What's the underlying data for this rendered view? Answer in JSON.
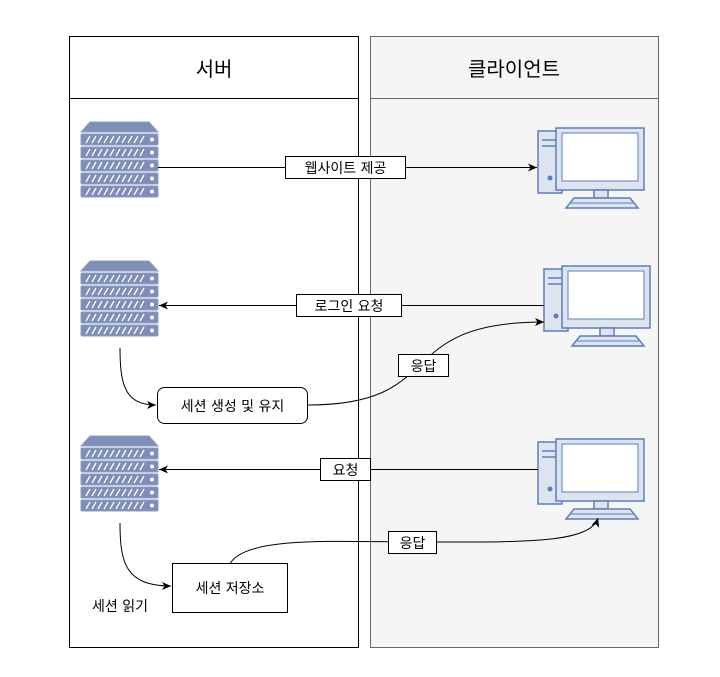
{
  "lanes": {
    "server": {
      "title": "서버"
    },
    "client": {
      "title": "클라이언트"
    }
  },
  "labels": {
    "provide_website": "웹사이트 제공",
    "login_request": "로그인 요청",
    "response_1": "응답",
    "create_session": "세션 생성 및 유지",
    "request": "요청",
    "response_2": "응답",
    "session_store": "세션 저장소",
    "read_session": "세션 읽기"
  },
  "colors": {
    "lane_border": "#000000",
    "client_lane_fill": "#f5f5f5",
    "client_lane_border": "#666666",
    "server_fill": "#7f8eb5",
    "server_stroke": "#8a9ecb",
    "monitor_fill": "#dde3ef",
    "monitor_stroke": "#5b7fb9"
  }
}
